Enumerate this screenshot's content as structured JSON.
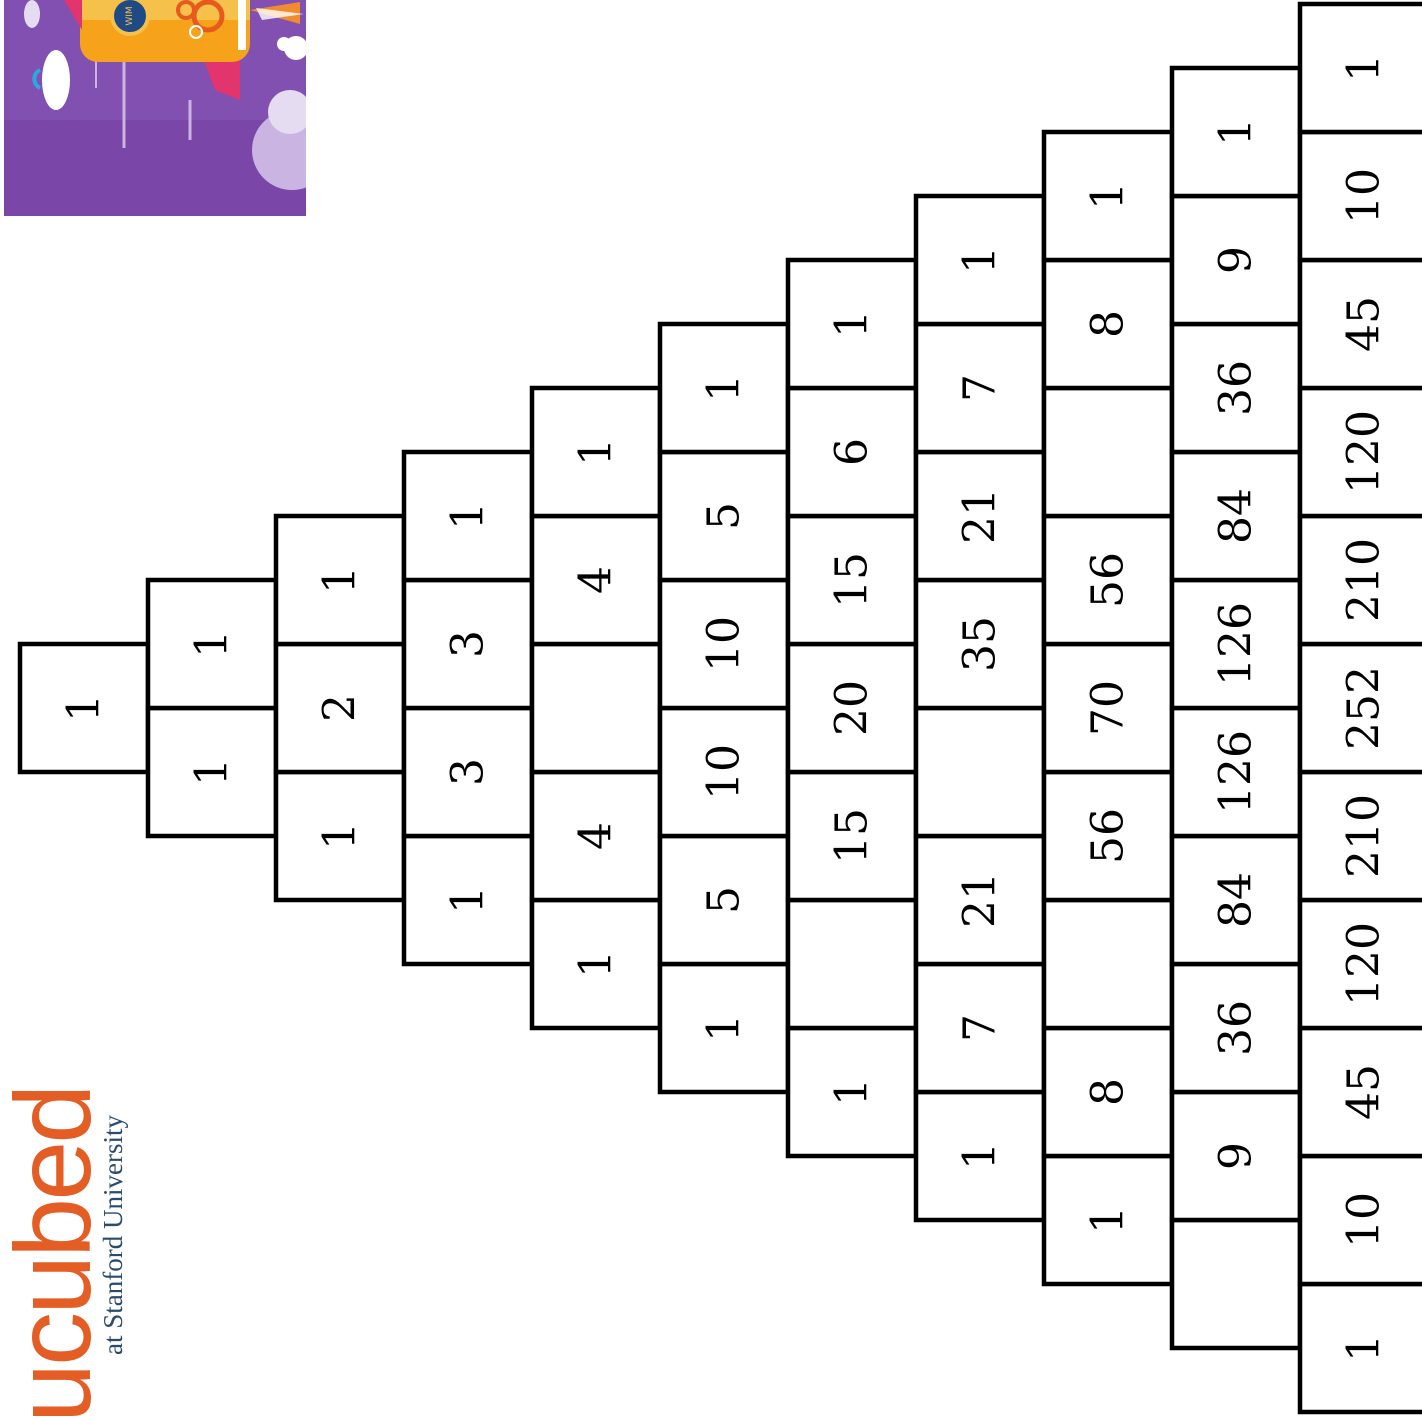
{
  "colors": {
    "cell_stroke": "#000000",
    "cell_fill": "#ffffff",
    "logo_orange": "#e35d25",
    "logo_blue": "#2b4a6f",
    "illustration_bg": "#7a46a8"
  },
  "logo": {
    "brand": "ucubed",
    "subtitle": "at Stanford University"
  },
  "illustration": {
    "badge_text": "WIM",
    "icon": "rocket-illustration-icon"
  },
  "triangle": {
    "orientation": "rotated 90° clockwise",
    "rows": [
      [
        "1"
      ],
      [
        "1",
        "1"
      ],
      [
        "1",
        "2",
        "1"
      ],
      [
        "1",
        "3",
        "3",
        "1"
      ],
      [
        "1",
        "4",
        "",
        "4",
        "1"
      ],
      [
        "1",
        "5",
        "10",
        "10",
        "5",
        "1"
      ],
      [
        "1",
        "",
        "15",
        "20",
        "15",
        "6",
        "1"
      ],
      [
        "1",
        "7",
        "21",
        "",
        "35",
        "21",
        "7",
        "1"
      ],
      [
        "1",
        "8",
        "",
        "56",
        "70",
        "56",
        "",
        "8",
        "1"
      ],
      [
        "",
        "9",
        "36",
        "84",
        "126",
        "126",
        "84",
        "36",
        "9",
        "1"
      ],
      [
        "1",
        "10",
        "45",
        "120",
        "210",
        "252",
        "210",
        "120",
        "45",
        "10",
        "1"
      ]
    ]
  }
}
